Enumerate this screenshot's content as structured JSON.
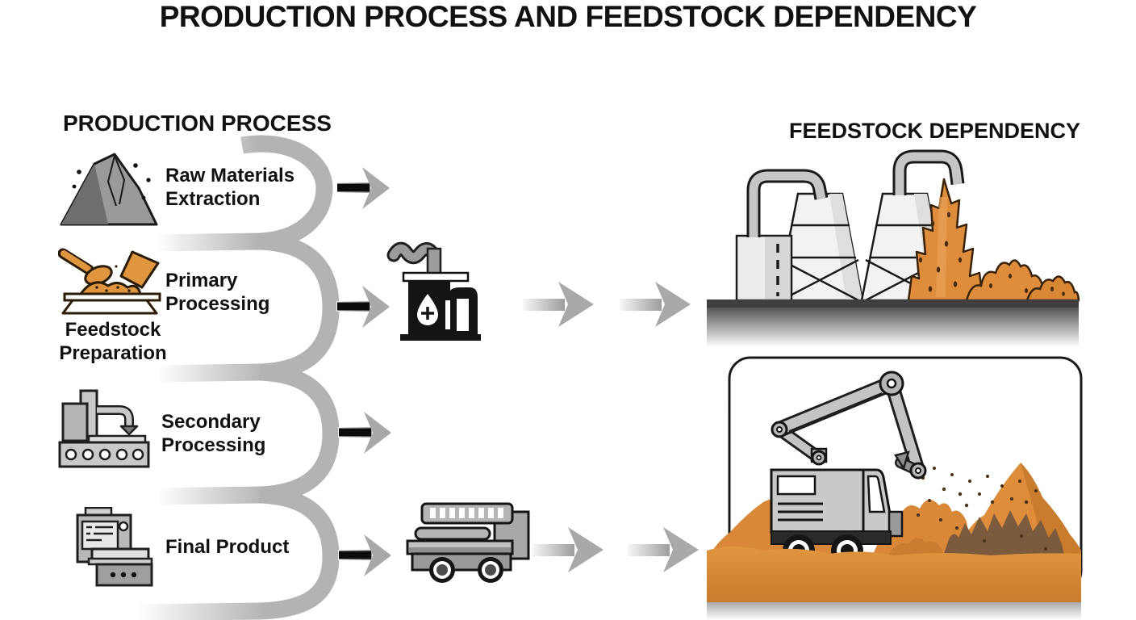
{
  "title": "PRODUCTION PROCESS AND FEEDSTOCK DEPENDENCY",
  "production": {
    "heading": "PRODUCTION PROCESS",
    "stages": [
      {
        "line1": "Raw Materials",
        "line2": "Extraction"
      },
      {
        "line1": "Primary",
        "line2": "Processing",
        "sub1": "Feedstock",
        "sub2": "Preparation"
      },
      {
        "line1": "Secondary",
        "line2": "Processing"
      },
      {
        "line1": "Final Product"
      }
    ]
  },
  "feedstock": {
    "heading": "FEEDSTOCK DEPENDENCY",
    "illustrations": [
      "industrial-plant-with-feedstock-piles",
      "crane-truck-loading-feedstock-mounds"
    ]
  },
  "icons": {
    "stage1": "mountain-icon",
    "stage2": "feedstock-scoop-icon",
    "stage3": "processing-machine-icon",
    "stage4": "final-product-machine-icon",
    "middle_top": "refinery-icon",
    "middle_bottom": "flatbed-truck-icon",
    "flow": "serpentine-ribbon",
    "arrows": "right-arrow-icon"
  },
  "colors": {
    "orange": "#DD8D3C",
    "orange_dark": "#C87A2C",
    "outline_brown": "#3A2208",
    "ribbon_gray": "#B3B3B3",
    "arrow_gray": "#A9A9A9",
    "ink": "#1A1A1A",
    "ground_dark": "#3F3F3F"
  }
}
